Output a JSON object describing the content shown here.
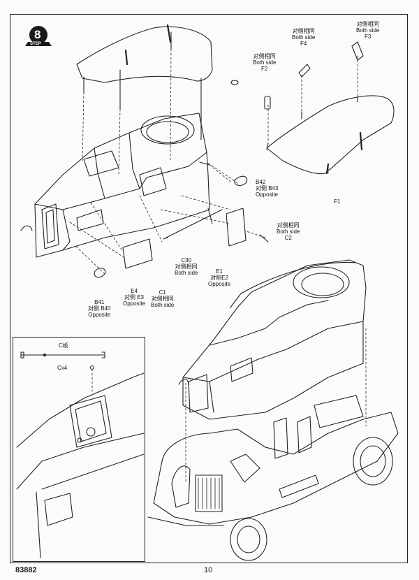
{
  "step": {
    "label": "STEP",
    "number": "8"
  },
  "callouts": {
    "top_right_f3": {
      "line1": "对侧相同",
      "line2": "Both side",
      "part": "F3"
    },
    "top_mid_f4": {
      "line1": "对侧相同",
      "line2": "Both side",
      "part": "F4"
    },
    "top_left_f2": {
      "line1": "对侧相同",
      "line2": "Both side",
      "part": "F2"
    },
    "f1": {
      "part": "F1"
    },
    "b42": {
      "part": "B42",
      "line1": "对侧 B43",
      "line2": "Opposite"
    },
    "c2": {
      "line1": "对侧相同",
      "line2": "Both side",
      "part": "C2"
    },
    "c30": {
      "part": "C30",
      "line1": "对侧相同",
      "line2": "Both side"
    },
    "e1": {
      "part": "E1",
      "line1": "对侧E2",
      "line2": "Opposite"
    },
    "b41": {
      "part": "B41",
      "line1": "对侧 B40",
      "line2": "Opposite"
    },
    "e4": {
      "part": "E4",
      "line1": "对侧 E3",
      "line2": "Opposite"
    },
    "c1": {
      "part": "C1",
      "line1": "对侧相同",
      "line2": "Both side"
    }
  },
  "inset": {
    "sprue_label": "C板",
    "part": "Cx4"
  },
  "footer": {
    "catalog_number": "83882",
    "page_number": "10"
  }
}
